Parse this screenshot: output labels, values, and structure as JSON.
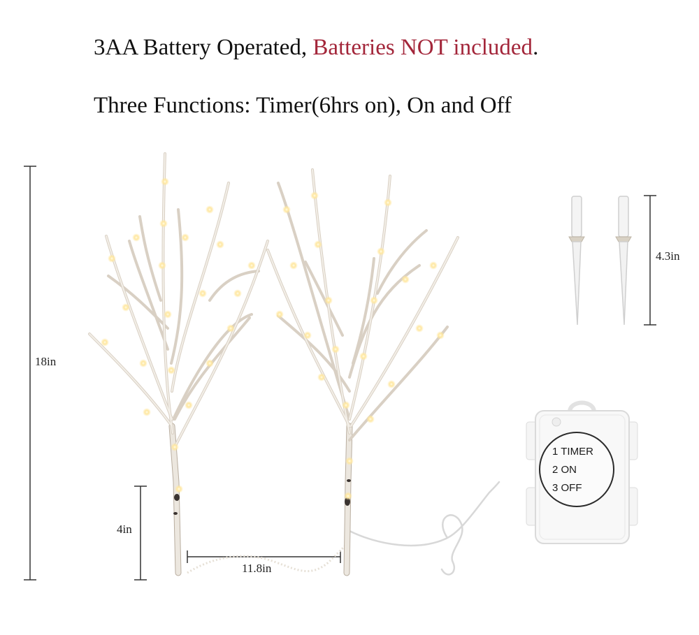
{
  "headline": {
    "line1_prefix": "3AA Battery Operated, ",
    "line1_accent": "Batteries NOT included",
    "line1_suffix": ".",
    "line2": "Three Functions: Timer(6hrs on), On and Off"
  },
  "dimensions": {
    "height_total": "18in",
    "trunk_height": "4in",
    "spacing": "11.8in",
    "stake_length": "4.3in"
  },
  "battery_box": {
    "options": [
      "1 TIMER",
      "2 ON",
      "3 OFF"
    ]
  },
  "colors": {
    "accent": "#a3263a",
    "branch": "#e9e4dc",
    "branch_edge": "#b9aea0",
    "led": "#ffe9a8"
  }
}
